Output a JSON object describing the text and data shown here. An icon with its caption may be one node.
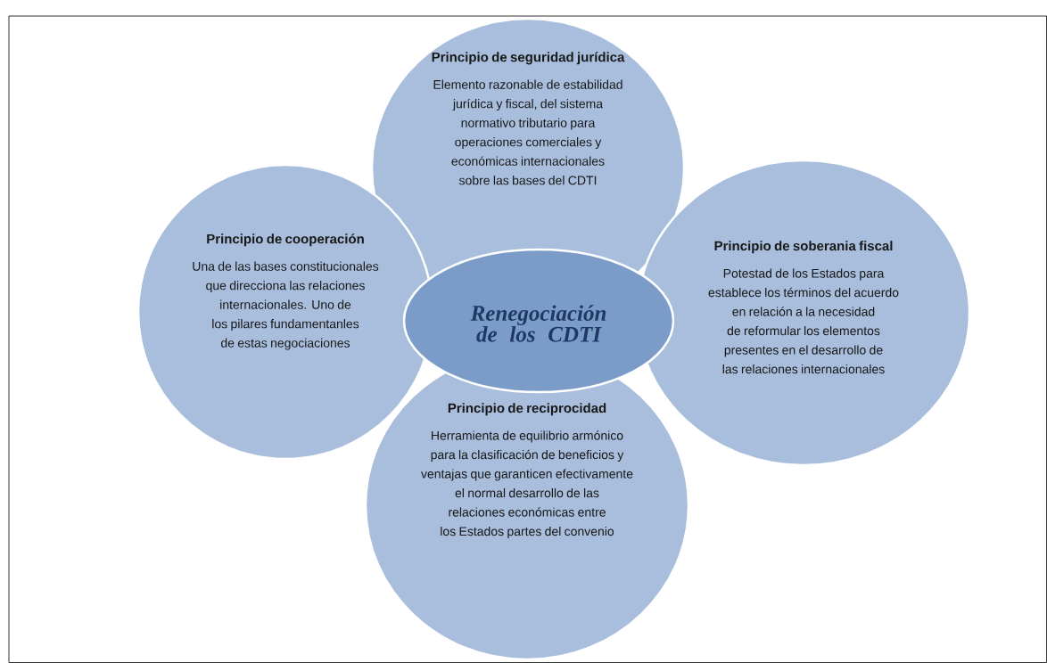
{
  "diagram": {
    "nodes": [
      {
        "text": [
          "Principio de seguridad jurídica",
          "Elemento razonable de estabilidad jurídica y fiscal, del sistema normativo tributario para operaciones comerciales y económicas internacionales sobre las bases del CDTI"
        ]
      },
      {
        "text": [
          "Principio de cooperación",
          "Una de las bases constitucionales que direcciona las relaciones internacionales. Uno de los pilares fundamentanles de estas negociaciones"
        ]
      },
      {
        "text": [
          "Renegociación de los CDTI"
        ]
      },
      {
        "text": [
          "Principio de soberania fiscal",
          "Potestad de los Estados para establece los términos del acuerdo en relación a la necesidad de reformular los elementos presentes en el desarrollo de las relaciones internacionales"
        ]
      },
      {
        "text": [
          "Principio de reciprocidad",
          "Herramienta de equilibrio armónico para la clasificación de beneficios y ventajas que garanticen efectivamente el normal desarrollo de las relaciones económicas entre los Estados partes del convenio"
        ]
      }
    ],
    "edges": []
  }
}
